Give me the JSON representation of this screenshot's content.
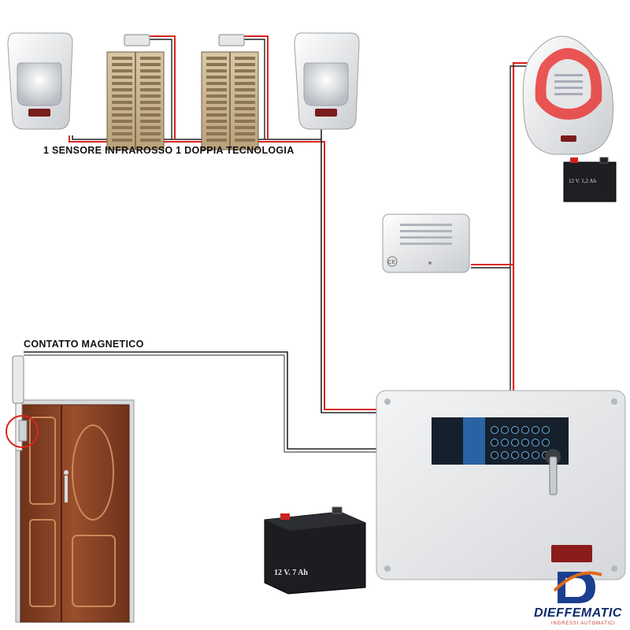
{
  "labels": {
    "sensors": "1 SENSORE INFRAROSSO 1 DOPPIA TECNOLOGIA",
    "contact": "CONTATTO MAGNETICO"
  },
  "devices": {
    "siren_battery": "12 V. 1,2 Ah",
    "main_battery": "12 V. 7 Ah",
    "indoor_siren_mark": "CE"
  },
  "brand": {
    "name": "DIEFFEMATIC",
    "tagline": "INGRESSI AUTOMATICI"
  },
  "colors": {
    "wire_red": "#d9261c",
    "wire_black": "#222222",
    "panel": "#e6e7e9",
    "door": "#8a4426"
  }
}
